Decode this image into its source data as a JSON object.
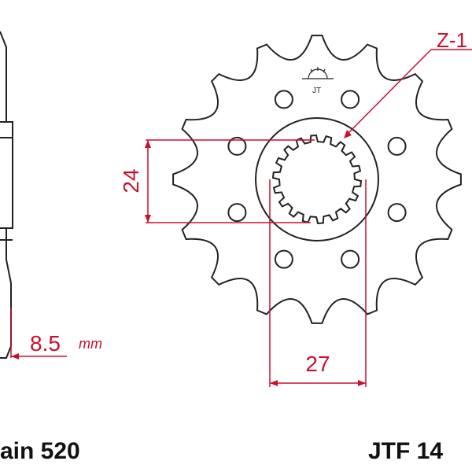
{
  "drawing": {
    "tooth_count_label": "Z-1",
    "dim_height": "24",
    "dim_width": "27",
    "offset_value": "8.5",
    "offset_unit": "mm",
    "chain_label": "ain 520",
    "part_number": "JTF 14"
  },
  "colors": {
    "dimension_line": "#c8102e",
    "outline": "#222222",
    "text": "#111111"
  }
}
